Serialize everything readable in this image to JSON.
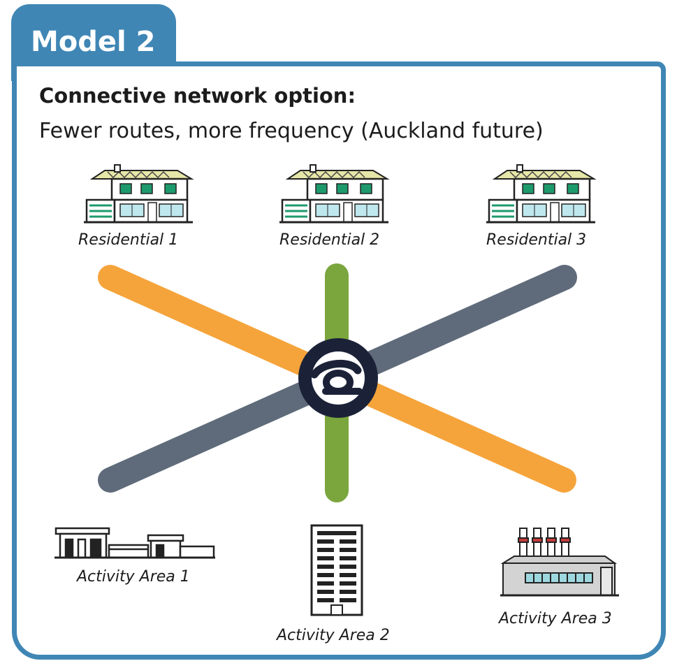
{
  "header": {
    "tab_title": "Model 2",
    "heading": "Connective network option:",
    "subheading": "Fewer routes, more frequency (Auckland future)"
  },
  "nodes": {
    "residential_1": "Residential 1",
    "residential_2": "Residential 2",
    "residential_3": "Residential 3",
    "activity_1": "Activity Area 1",
    "activity_2": "Activity Area 2",
    "activity_3": "Activity Area 3"
  },
  "colors": {
    "frame": "#3f86b5",
    "orange_route": "#f5a43b",
    "green_route": "#7aa63d",
    "grey_route": "#5f6b7a",
    "hub": "#1b2238"
  },
  "icons": {
    "hub": "at-hop-logo-icon",
    "residential": "house-icon",
    "activity_1": "shops-icon",
    "activity_2": "tower-block-icon",
    "activity_3": "factory-icon"
  }
}
